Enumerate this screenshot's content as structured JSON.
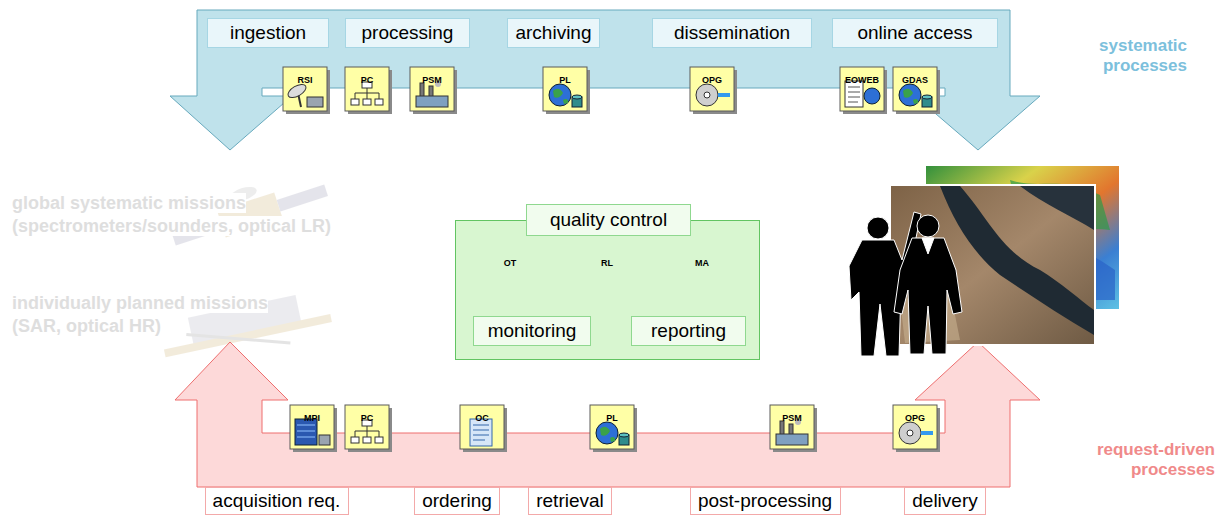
{
  "diagram": {
    "nodes": [
      {
        "text": [
          "ingestion"
        ]
      },
      {
        "text": [
          "processing"
        ]
      },
      {
        "text": [
          "archiving"
        ]
      },
      {
        "text": [
          "dissemination"
        ]
      },
      {
        "text": [
          "online access"
        ]
      },
      {
        "text": [
          "quality control"
        ]
      },
      {
        "text": [
          "monitoring"
        ],
        "in": 5
      },
      {
        "text": [
          "reporting"
        ],
        "in": 5
      },
      {
        "text": [
          "acquisition req."
        ]
      },
      {
        "text": [
          "ordering"
        ]
      },
      {
        "text": [
          "retrieval"
        ]
      },
      {
        "text": [
          "post-processing"
        ]
      },
      {
        "text": [
          "delivery"
        ]
      }
    ],
    "labels": [
      "RSI",
      "PC",
      "PSM",
      "PL",
      "OPG",
      "EOWEB",
      "GDAS",
      "systematic processes",
      "global systematic missions (spectrometers/sounders, optical LR)",
      "individually planned missions (SAR, optical HR)",
      "OT",
      "RL",
      "MA",
      "MPI",
      "PC",
      "OC",
      "PL",
      "PSM",
      "OPG",
      "request-driven processes"
    ]
  }
}
